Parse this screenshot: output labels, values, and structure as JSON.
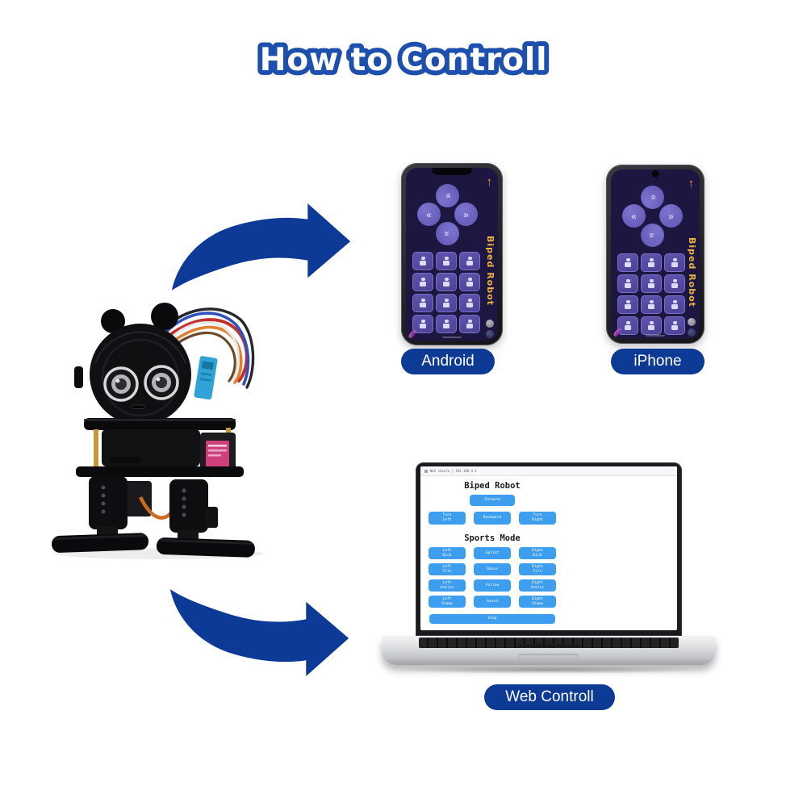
{
  "title": "How to Controll",
  "colors": {
    "accent_blue": "#0d3a96",
    "title_outline": "#1d4fae",
    "app_background": "#1d1640",
    "app_button": "#5e54ad",
    "dpad_button": "#6f65c2",
    "gold_text": "#e9b43d",
    "web_button_blue": "#3d9ef0"
  },
  "labels": {
    "android": "Android",
    "iphone": "iPhone",
    "web": "Web Controll"
  },
  "phone_app": {
    "title": "Biped Robot",
    "dpad": {
      "up": "»",
      "down": "»",
      "left": "«",
      "right": "»"
    },
    "connect_arrow": "↑",
    "grid_buttons": [
      {
        "icon": "robot-pose-icon"
      },
      {
        "icon": "robot-pose-icon"
      },
      {
        "icon": "robot-pose-icon"
      },
      {
        "icon": "robot-pose-icon"
      },
      {
        "icon": "robot-pose-icon"
      },
      {
        "icon": "robot-pose-icon"
      },
      {
        "icon": "robot-pose-icon"
      },
      {
        "icon": "robot-pose-icon"
      },
      {
        "icon": "robot-pose-icon"
      },
      {
        "icon": "robot-pose-icon"
      },
      {
        "icon": "robot-pose-icon"
      },
      {
        "icon": "robot-pose-icon"
      }
    ]
  },
  "web_page": {
    "browser_text": "Not secure | 192.168.4.1",
    "title": "Biped Robot",
    "forward_label": "Forward",
    "move_buttons": [
      "Turn\nLeft",
      "Backward",
      "Turn\nRight"
    ],
    "sports_title": "Sports Mode",
    "sports_buttons": [
      "Left\nKick",
      "Sprint",
      "Right\nKick",
      "Left\nTilt",
      "Dance",
      "Right\nTilt",
      "Left\nAnkles",
      "Follow",
      "Right\nAnkles",
      "Left\nStamp",
      "Avoid",
      "Right\nStamp"
    ],
    "stop_label": "Stop"
  }
}
